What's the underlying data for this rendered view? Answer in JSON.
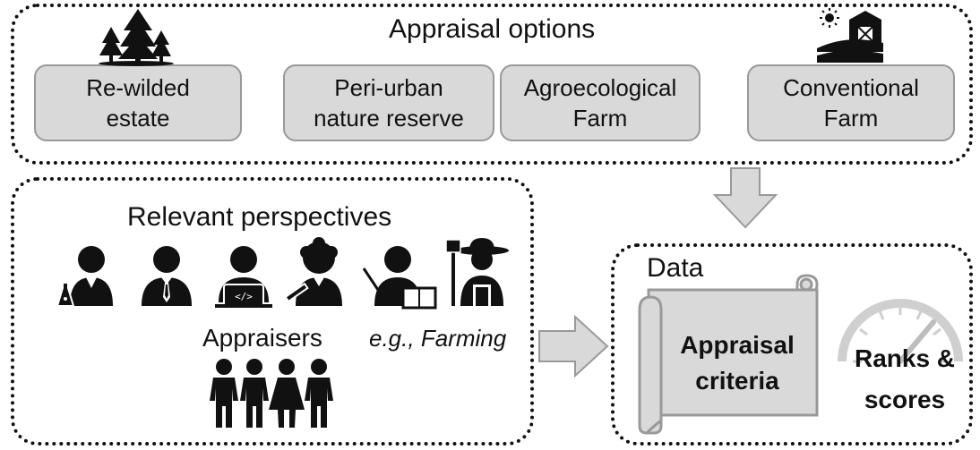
{
  "appraisal_options": {
    "title": "Appraisal options",
    "options": [
      {
        "line1": "Re-wilded",
        "line2": "estate"
      },
      {
        "line1": "Peri-urban",
        "line2": "nature reserve"
      },
      {
        "line1": "Agroecological",
        "line2": "Farm"
      },
      {
        "line1": "Conventional",
        "line2": "Farm"
      }
    ],
    "icons": [
      "forest-icon",
      "farm-barn-icon"
    ]
  },
  "perspectives": {
    "title": "Relevant perspectives",
    "appraisers_label": "Appraisers",
    "example_label": "e.g., Farming",
    "icons": [
      "scientist-icon",
      "businessperson-icon",
      "programmer-icon",
      "craftsperson-icon",
      "teacher-icon",
      "farmer-icon",
      "group-of-people-icon"
    ]
  },
  "data_panel": {
    "title": "Data",
    "criteria_line1": "Appraisal",
    "criteria_line2": "criteria",
    "ranks_line1": "Ranks &",
    "ranks_line2": "scores",
    "icons": [
      "scroll-icon",
      "gauge-icon"
    ]
  },
  "colors": {
    "box_fill": "#d9d9d9",
    "box_border": "#999999",
    "arrow_fill": "#d9d9d9",
    "ink": "#111111"
  }
}
